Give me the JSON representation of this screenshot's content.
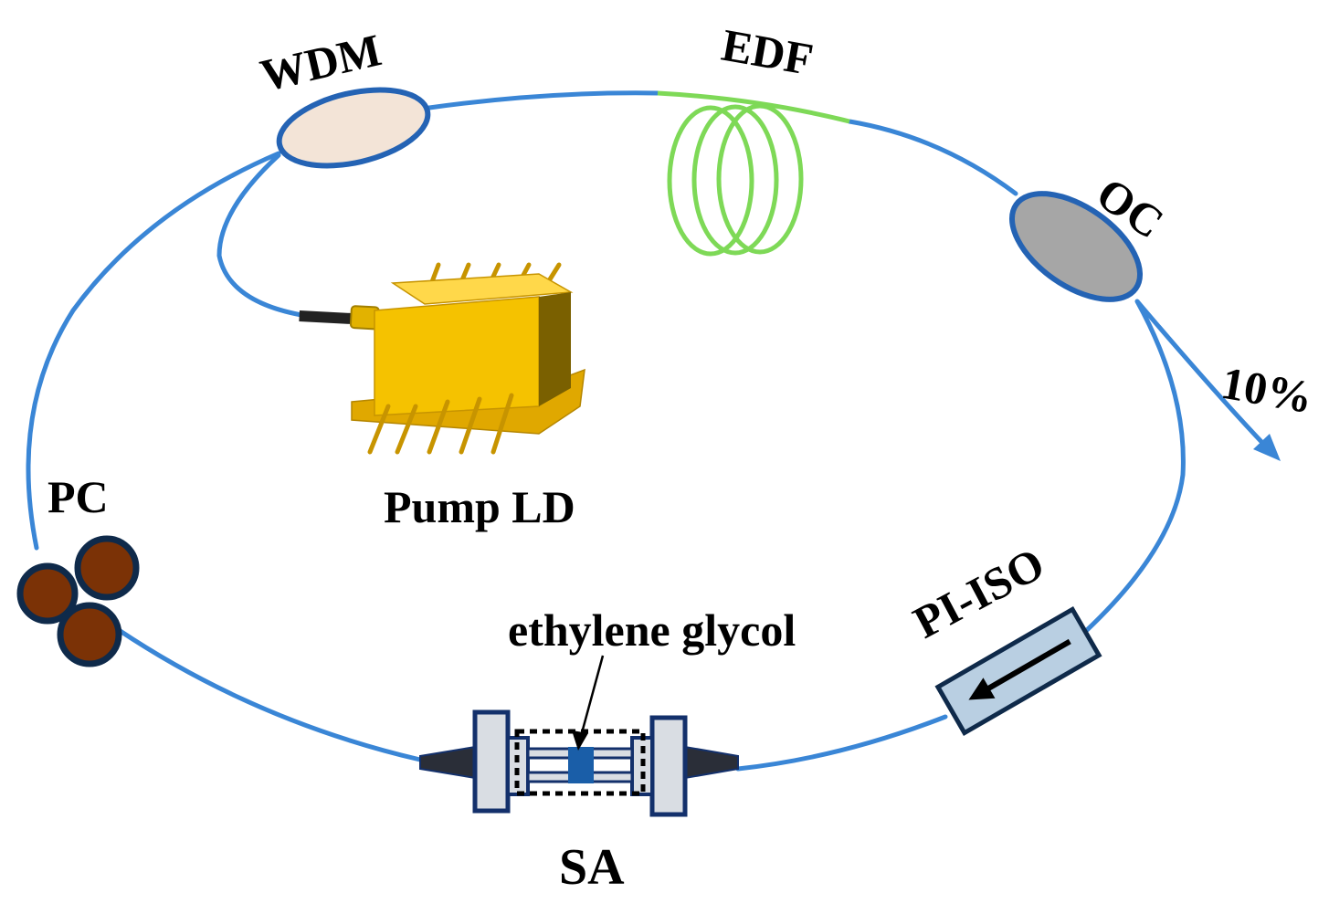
{
  "labels": {
    "wdm": "WDM",
    "edf": "EDF",
    "oc": "OC",
    "output": "10%",
    "pump": "Pump LD",
    "pc": "PC",
    "medium": "ethylene glycol",
    "sa": "SA",
    "iso": "PI-ISO"
  },
  "colors": {
    "fiber": "#3a86d6",
    "edf_fiber": "#7ed957",
    "wdm_fill": "#f3e4d7",
    "oc_fill": "#a6a6a6",
    "pump_body": "#f5c200",
    "pc_fill": "#7b3206",
    "pc_edge": "#0f2a4a",
    "iso_fill": "#b9cfe2",
    "sa_fill": "#d9dde3",
    "sa_edge": "#13306b",
    "medium": "#1a5ea8"
  }
}
